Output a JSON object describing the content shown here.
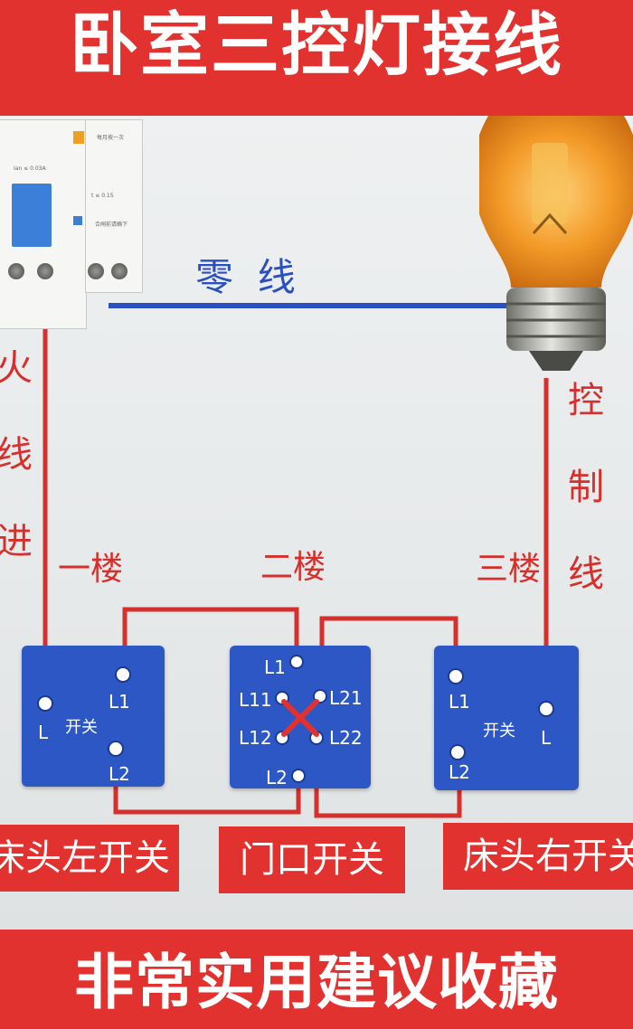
{
  "header": {
    "title": "卧室三控灯接线"
  },
  "footer": {
    "text": "非常实用建议收藏"
  },
  "wires": {
    "neutral_label": "零  线",
    "live_label": [
      "火",
      "线",
      "进"
    ],
    "control_label": [
      "控",
      "制",
      "线"
    ],
    "colors": {
      "live": "#d6302c",
      "neutral": "#2a4fc0"
    }
  },
  "floors": {
    "first": "一楼",
    "second": "二楼",
    "third": "三楼"
  },
  "switches": {
    "left": {
      "name": "开关",
      "L": "L",
      "L1": "L1",
      "L2": "L2"
    },
    "middle": {
      "L1": "L1",
      "L11": "L11",
      "L12": "L12",
      "L21": "L21",
      "L22": "L22",
      "L2": "L2"
    },
    "right": {
      "name": "开关",
      "L": "L",
      "L1": "L1",
      "L2": "L2"
    },
    "color": "#2c57c4"
  },
  "captions": {
    "left": "床头左开关",
    "middle": "门口开关",
    "right": "床头右开关"
  },
  "breaker": {
    "text1": "Ian ≤ 0.03A",
    "text2": "t ≤ 0.1S",
    "text3": "每月按一次",
    "text4": "合闸前请确下"
  }
}
